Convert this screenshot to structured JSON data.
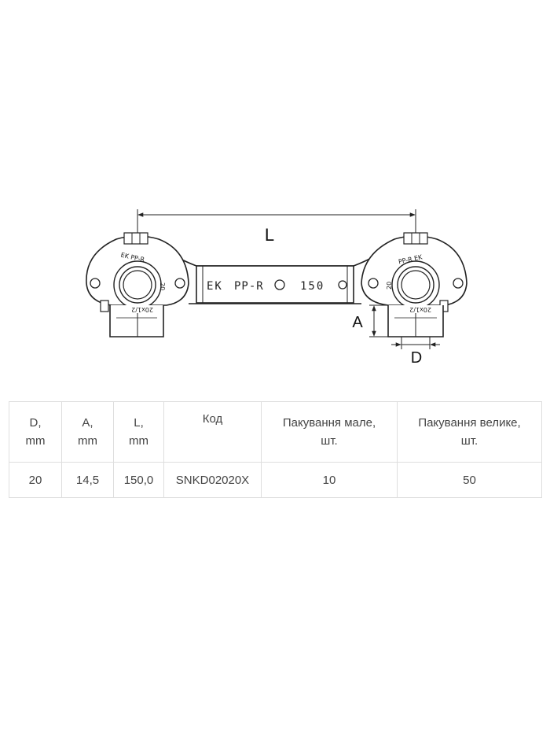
{
  "drawing": {
    "dim_L": "L",
    "dim_A": "A",
    "dim_D": "D",
    "bar_text": {
      "brand": "EK",
      "material": "PP-R",
      "length": "150"
    },
    "fitting_left_text": {
      "top": "EK PP-R",
      "side": "20",
      "bottom": "20x1/2"
    },
    "fitting_right_text": {
      "top": "PP-R EK",
      "side": "20",
      "bottom": "20x1/2"
    }
  },
  "table": {
    "headers": [
      {
        "line1": "D,",
        "line2": "mm"
      },
      {
        "line1": "A,",
        "line2": "mm"
      },
      {
        "line1": "L,",
        "line2": "mm"
      },
      {
        "line1": "Код",
        "line2": ""
      },
      {
        "line1": "Пакування мале,",
        "line2": "шт."
      },
      {
        "line1": "Пакування велике,",
        "line2": "шт."
      }
    ],
    "rows": [
      [
        "20",
        "14,5",
        "150,0",
        "SNKD02020X",
        "10",
        "50"
      ]
    ]
  }
}
